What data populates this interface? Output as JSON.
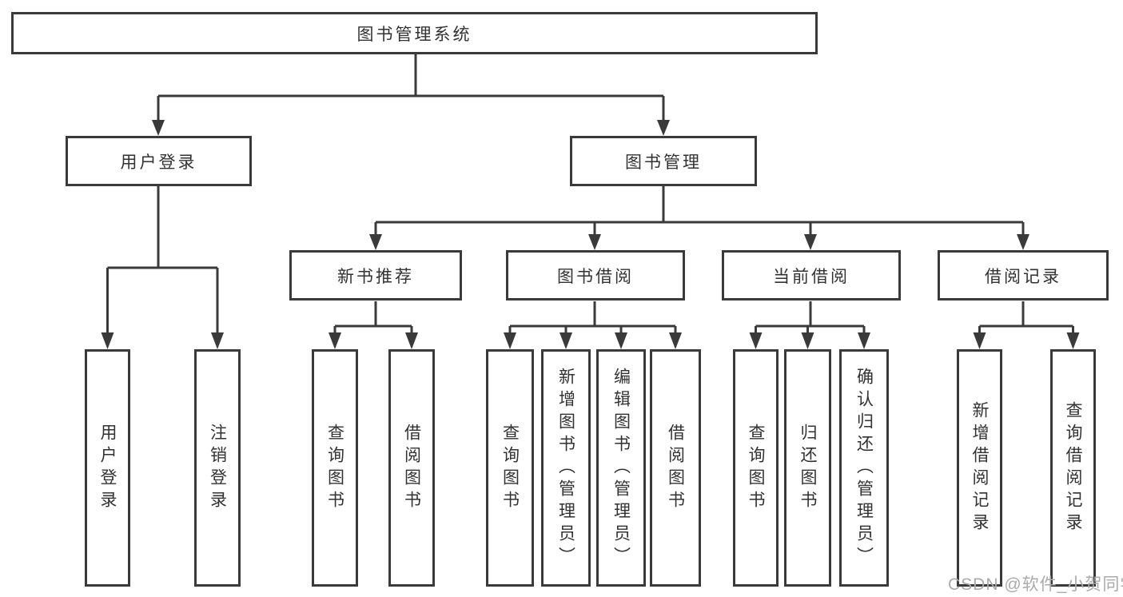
{
  "diagram": {
    "root": {
      "label": "图书管理系统"
    },
    "branches": [
      {
        "label": "用户登录",
        "children": [
          {
            "label": "用户登录"
          },
          {
            "label": "注销登录"
          }
        ]
      },
      {
        "label": "图书管理",
        "children": [
          {
            "label": "新书推荐",
            "children": [
              {
                "label": "查询图书"
              },
              {
                "label": "借阅图书"
              }
            ]
          },
          {
            "label": "图书借阅",
            "children": [
              {
                "label": "查询图书"
              },
              {
                "label": "新增图书（管理员）"
              },
              {
                "label": "编辑图书（管理员）"
              },
              {
                "label": "借阅图书"
              }
            ]
          },
          {
            "label": "当前借阅",
            "children": [
              {
                "label": "查询图书"
              },
              {
                "label": "归还图书"
              },
              {
                "label": "确认归还（管理员）"
              }
            ]
          },
          {
            "label": "借阅记录",
            "children": [
              {
                "label": "新增借阅记录"
              },
              {
                "label": "查询借阅记录"
              }
            ]
          }
        ]
      }
    ]
  },
  "watermark": {
    "text": "CSDN @软件_小贺同学"
  },
  "colors": {
    "line": "#3a3a3a",
    "text": "#323232",
    "watermark": "#ababab",
    "background": "#ffffff"
  }
}
